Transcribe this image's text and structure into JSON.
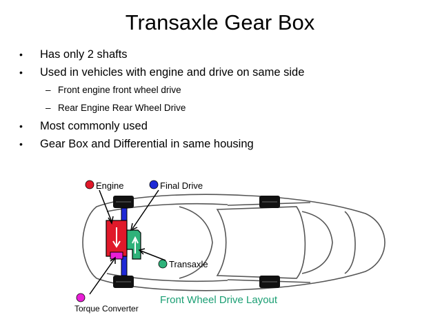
{
  "slide": {
    "title": "Transaxle Gear Box",
    "bullets": [
      {
        "text": "Has only 2 shafts",
        "level": 1
      },
      {
        "text": "Used in vehicles with engine and drive on same side",
        "level": 1
      },
      {
        "text": "Front engine front wheel drive",
        "level": 2
      },
      {
        "text": "Rear Engine Rear Wheel Drive",
        "level": 2
      },
      {
        "text": "Most commonly used",
        "level": 1
      },
      {
        "text": "Gear Box and Differential in same housing",
        "level": 1
      }
    ]
  },
  "diagram": {
    "labels": {
      "engine": "Engine",
      "final_drive": "Final Drive",
      "transaxle": "Transaxle",
      "torque_converter": "Torque Converter",
      "caption": "Front Wheel Drive Layout"
    },
    "colors": {
      "engine": "#e0192a",
      "final_drive": "#1f2ad6",
      "transaxle": "#2fb27a",
      "torque_converter": "#e81fd6",
      "caption": "#1a9e73",
      "car_outline": "#555555"
    }
  }
}
